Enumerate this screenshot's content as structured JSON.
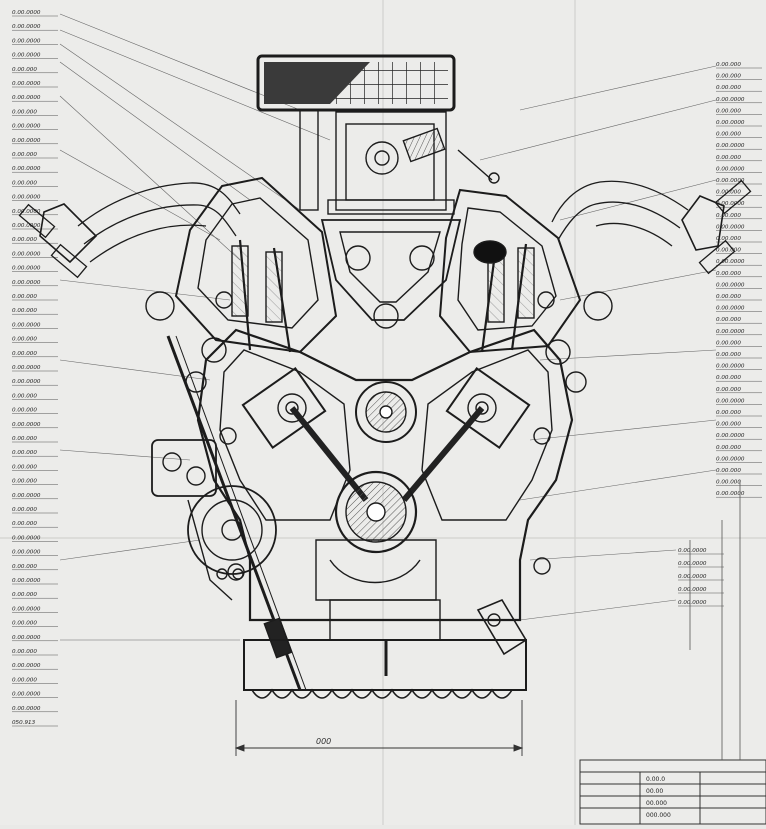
{
  "drawing": {
    "left_callouts": [
      "0.00.0000",
      "0.00.0000",
      "0.00.0000",
      "0.00.0000",
      "0.00.000",
      "0.00.0000",
      "0.00.0000",
      "0.00.000",
      "0.00.0000",
      "0.00.0000",
      "0.00.000",
      "0.00.0000",
      "0.00.000",
      "0.00.0000",
      "0.00.0000",
      "0.00.0000",
      "0.00.000",
      "0.00.0000",
      "0.00.0000",
      "0.00.0000",
      "0.00.000",
      "0.00.000",
      "0.00.0000",
      "0.00.000",
      "0.00.000",
      "0.00.0000",
      "0.00.0000",
      "0.00.000",
      "0.00.000",
      "0.00.0000",
      "0.00.000",
      "0.00.000",
      "0.00.000",
      "0.00.000",
      "0.00.0000",
      "0.00.000",
      "0.00.000",
      "0.00.0000",
      "0.00.0000",
      "0.00.000",
      "0.00.0000",
      "0.00.000",
      "0.00.0000",
      "0.00.000",
      "0.00.0000",
      "0.00.000",
      "0.00.0000",
      "0.00.000",
      "0.00.0000",
      "0.00.0000",
      "050.913"
    ],
    "right_callouts": [
      "0.00.000",
      "0.00.000",
      "0.00.000",
      "0.00.0000",
      "0.00.000",
      "0.00.0000",
      "0.00.000",
      "0.00.0000",
      "0.00.000",
      "0.00.0000",
      "0.00.0000",
      "0.00.000",
      "0.00.0000",
      "0.00.000",
      "0.00.0000",
      "0.00.000",
      "0.00.000",
      "0.00.0000",
      "0.00.000",
      "0.00.0000",
      "0.00.000",
      "0.00.0000",
      "0.00.000",
      "0.00.0000",
      "0.00.000",
      "0.00.000",
      "0.00.0000",
      "0.00.000",
      "0.00.000",
      "0.00.0000",
      "0.00.000",
      "0.00.000",
      "0.00.0000",
      "0.00.000",
      "0.00.0000",
      "0.00.000",
      "0.00.000",
      "0.00.0000"
    ],
    "inner_right_callouts": [
      "0.00.0000",
      "0.00.0000",
      "0.00.0000",
      "0.00.0000",
      "0.00.0000"
    ],
    "dimension": "000",
    "title_block": {
      "header": "",
      "rows": [
        "0.00.0",
        "00.00",
        "00.000",
        "000.000"
      ]
    }
  }
}
